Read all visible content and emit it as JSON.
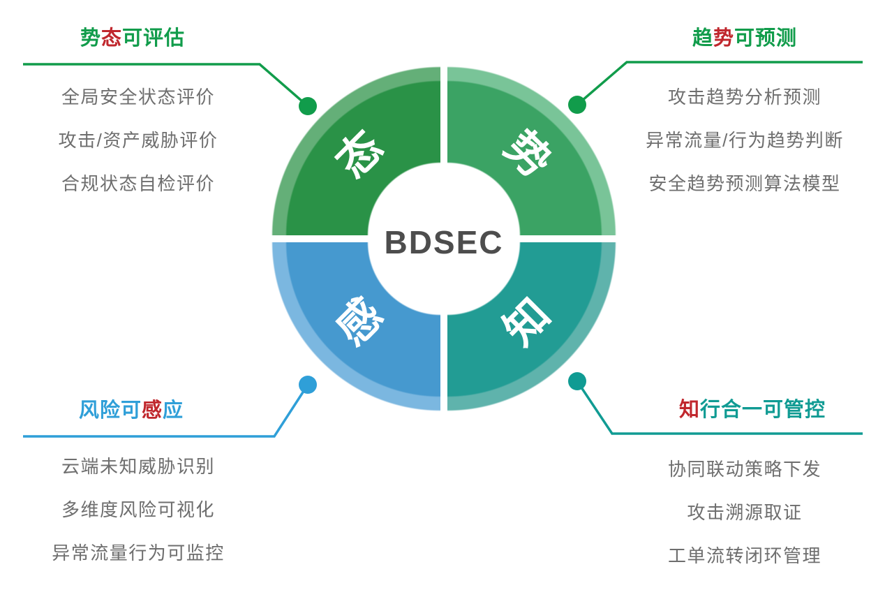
{
  "colors": {
    "green": "#119C4B",
    "red": "#C0272D",
    "blue": "#2F9FD8",
    "teal": "#109B93",
    "list_text": "#6E6E6E",
    "center_text": "#4D4D4D",
    "quad_tl": "#2A9247",
    "quad_tl_light": "#64AF78",
    "quad_tr": "#3BA364",
    "quad_tr_light": "#79C498",
    "quad_bl": "#4699CF",
    "quad_bl_light": "#7BB7E0",
    "quad_br": "#229C94",
    "quad_br_light": "#5FB3AC"
  },
  "center": {
    "label": "BDSEC"
  },
  "ring": {
    "tl": "态",
    "tr": "势",
    "bl": "感",
    "br": "知"
  },
  "sections": {
    "top_left": {
      "title_parts": [
        "势",
        "态",
        "可评估"
      ],
      "items": [
        "全局安全状态评价",
        "攻击/资产威胁评价",
        "合规状态自检评价"
      ]
    },
    "top_right": {
      "title_parts": [
        "趋",
        "势",
        "可预测"
      ],
      "items": [
        "攻击趋势分析预测",
        "异常流量/行为趋势判断",
        "安全趋势预测算法模型"
      ]
    },
    "bottom_left": {
      "title_parts": [
        "风险可",
        "感",
        "应"
      ],
      "items": [
        "云端未知威胁识别",
        "多维度风险可视化",
        "异常流量行为可监控"
      ]
    },
    "bottom_right": {
      "title_parts": [
        "知",
        "行合一可管控"
      ],
      "items": [
        "协同联动策略下发",
        "攻击溯源取证",
        "工单流转闭环管理"
      ]
    }
  }
}
